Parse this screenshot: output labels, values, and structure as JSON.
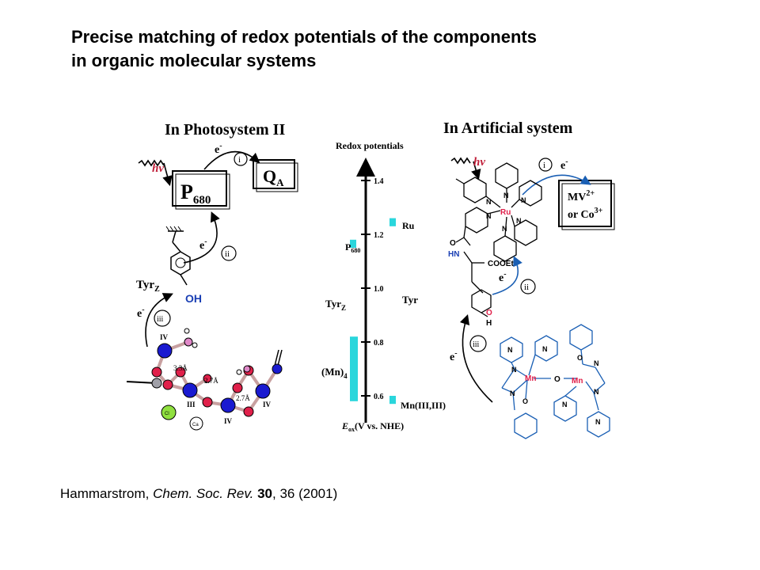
{
  "title": {
    "line1": "Precise matching of redox potentials of the components",
    "line2": "in organic molecular systems"
  },
  "citation": {
    "author": "Hammarstrom, ",
    "journal": "Chem. Soc. Rev.",
    "volume": "30",
    "rest": ", 36 (2001)"
  },
  "psii": {
    "heading": "In Photosystem II",
    "hv": "hv",
    "p680": "P",
    "p680_sub": "680",
    "qa": "Q",
    "qa_sub": "A",
    "electron": "e",
    "electron_sup": "-",
    "step_i": "i",
    "step_ii": "ii",
    "step_iii": "iii",
    "tyr": "Tyr",
    "tyr_sub": "Z",
    "oh": "OH",
    "dist1": "3.3Å",
    "dist2": "2.7Å",
    "dist3": "2.7Å",
    "roman_iv_a": "IV",
    "roman_iii": "III",
    "roman_iv_b": "IV",
    "roman_iv_c": "IV",
    "cl": "Cl",
    "ca": "Ca"
  },
  "scale": {
    "heading": "Redox potentials",
    "ticks": [
      "1.4",
      "1.2",
      "1.0",
      "0.8",
      "0.6"
    ],
    "axis_label_e": "E",
    "axis_label_sub": "ox",
    "axis_label_rest": "(V vs. NHE)",
    "p680": "P",
    "p680_sub": "680",
    "tyr_left": "Tyr",
    "tyr_left_sub": "Z",
    "mn4": "(Mn)",
    "mn4_sub": "4",
    "ru": "Ru",
    "tyr_right": "Tyr",
    "mn_right": "Mn(III,III)",
    "marker_color": "#2ad6dc"
  },
  "artificial": {
    "heading": "In Artificial system",
    "hv": "hv",
    "step_i": "i",
    "step_ii": "ii",
    "step_iii": "iii",
    "electron": "e",
    "electron_sup": "-",
    "acceptor_line1": "MV",
    "acceptor_line1_sup": "2+",
    "acceptor_line2": "or Co",
    "acceptor_line2_sup": "3+",
    "ru": "Ru",
    "mn_a": "Mn",
    "mn_b": "Mn",
    "o": "O",
    "n": "N",
    "hn": "HN",
    "cooet": "COOEt",
    "h": "H",
    "metal_color": "#e0204a",
    "bond_color": "#1a5fb4"
  }
}
